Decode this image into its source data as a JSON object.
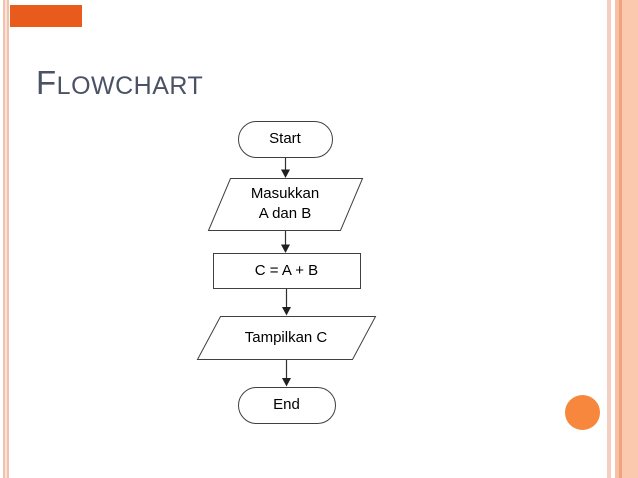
{
  "slide": {
    "title": {
      "lead": "F",
      "rest": "LOWCHART"
    },
    "colors": {
      "accent_bar": "#E95B1D",
      "accent_circle": "#F6873C",
      "title_text": "#4A5264",
      "shape_border": "#404040",
      "stripe_pink": "#F2C2AF",
      "stripe_salmon": "#EFA37E",
      "stripe_peach": "#FBCAAE"
    }
  },
  "flowchart": {
    "nodes": [
      {
        "id": "start",
        "type": "terminator",
        "label": "Start"
      },
      {
        "id": "input",
        "type": "parallelogram",
        "lines": [
          "Masukkan",
          "A dan B"
        ]
      },
      {
        "id": "process",
        "type": "rectangle",
        "label": "C = A + B"
      },
      {
        "id": "output",
        "type": "parallelogram",
        "label": "Tampilkan C"
      },
      {
        "id": "end",
        "type": "terminator",
        "label": "End"
      }
    ]
  }
}
